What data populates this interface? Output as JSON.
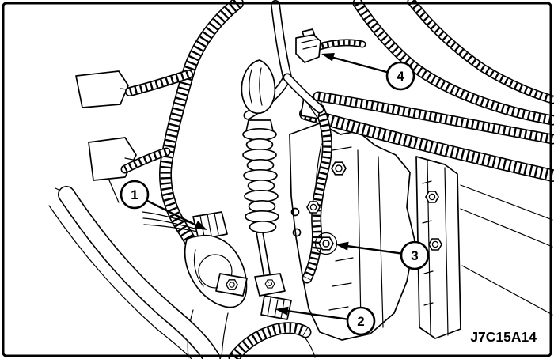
{
  "figure": {
    "code": "J7C15A14",
    "colors": {
      "line": "#000000",
      "background": "#ffffff"
    },
    "callouts": [
      {
        "label": "1"
      },
      {
        "label": "2"
      },
      {
        "label": "3"
      },
      {
        "label": "4"
      }
    ]
  }
}
